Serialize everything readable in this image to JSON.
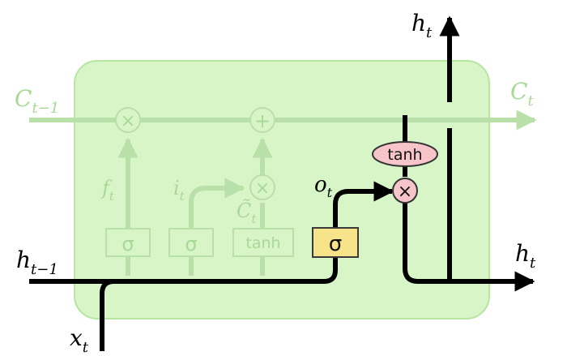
{
  "colors": {
    "cell_fill": "#d8f5c8",
    "cell_stroke": "#b6e6a2",
    "faded_line": "#b9e0a9",
    "faded_text": "#a9d898",
    "active_line": "#000000",
    "sigma_fill": "#f7e38a",
    "sigma_stroke": "#3a3a3a",
    "op_fill": "#f7c5c9",
    "op_stroke": "#333333"
  },
  "labels": {
    "h_t_top": {
      "base": "h",
      "sub": "t"
    },
    "c_prev": {
      "base": "C",
      "sub": "t−1"
    },
    "c_t": {
      "base": "C",
      "sub": "t"
    },
    "f_t": {
      "base": "f",
      "sub": "t"
    },
    "i_t": {
      "base": "i",
      "sub": "t"
    },
    "c_tilde": {
      "base": "C̃",
      "sub": "t"
    },
    "o_t": {
      "base": "o",
      "sub": "t"
    },
    "h_prev": {
      "base": "h",
      "sub": "t−1"
    },
    "h_t_right": {
      "base": "h",
      "sub": "t"
    },
    "x_t": {
      "base": "x",
      "sub": "t"
    }
  },
  "ops": {
    "forget_mult": "×",
    "add": "+",
    "input_mult": "×",
    "output_mult": "×",
    "sigma_forget": "σ",
    "sigma_input": "σ",
    "tanh_candidate": "tanh",
    "sigma_output": "σ",
    "tanh_output": "tanh"
  },
  "icons": {
    "arrow": "arrowhead-icon"
  }
}
